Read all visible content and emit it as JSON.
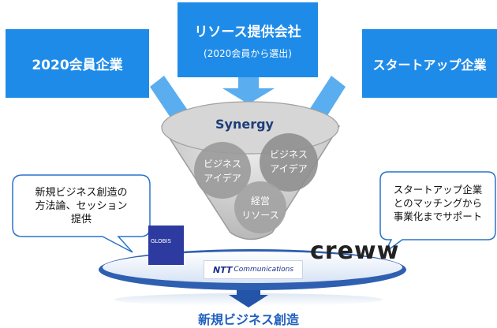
{
  "boxes": {
    "left": "2020会員企業",
    "center_title": "リソース提供会社",
    "center_sub": "(2020会員から選出)",
    "right": "スタートアップ企業"
  },
  "funnel": {
    "title": "Synergy",
    "circles": [
      {
        "line1": "ビジネス",
        "line2": "アイデア"
      },
      {
        "line1": "ビジネス",
        "line2": "アイデア"
      },
      {
        "line1": "経営",
        "line2": "リソース"
      }
    ]
  },
  "bubbles": {
    "left": [
      "新規ビジネス創造の",
      "方法論、セッション",
      "提供"
    ],
    "right": [
      "スタートアップ企業",
      "とのマッチングから",
      "事業化までサポート"
    ]
  },
  "logos": {
    "globis": "GLOBIS",
    "ntt_prefix": "NTT",
    "ntt_name": "Communications",
    "creww": "creww"
  },
  "result": "新規ビジネス創造",
  "colors": {
    "box_blue": "#1f8be8",
    "arrow_blue": "#5aaef0",
    "funnel_gray": "#c8c8c8",
    "circle_gray": "#9a9a9a",
    "platform_blue": "#2f5fb0",
    "result_blue": "#2060c0"
  }
}
